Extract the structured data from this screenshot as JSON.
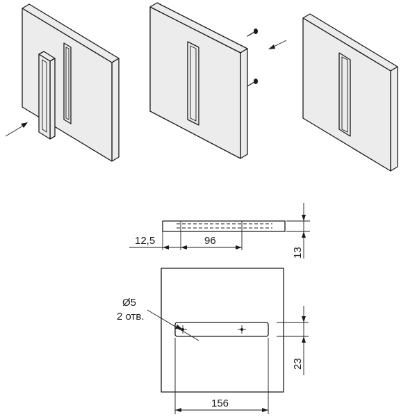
{
  "labels": {
    "dim_12_5": "12,5",
    "dim_96": "96",
    "dim_13": "13",
    "dim_23": "23",
    "dim_156": "156",
    "hole_diameter": "Ø5",
    "hole_count": "2 отв."
  },
  "colors": {
    "line": "#1a1a1a",
    "face": "#ececec",
    "background": "#ffffff"
  }
}
